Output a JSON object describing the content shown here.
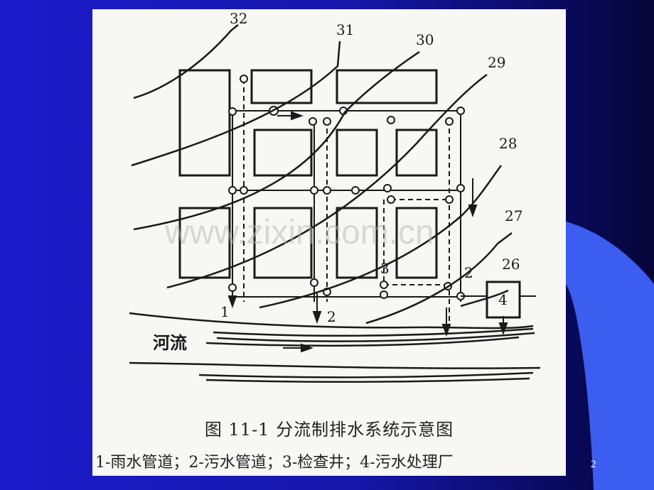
{
  "slide": {
    "page_number": "2",
    "colors": {
      "background": "#1a1ab4",
      "accent_curve": "#3b5ef0",
      "paper": "#f7f7f4",
      "ink": "#1a1a1a"
    }
  },
  "figure": {
    "caption": "图 11-1   分流制排水系统示意图",
    "legend": "1-雨水管道；2-污水管道；3-检查井；4-污水处理厂",
    "river_label": "河流",
    "watermark": "www.zixin.com.cn",
    "contour_labels": [
      "32",
      "31",
      "30",
      "29",
      "28",
      "27",
      "26"
    ],
    "pipe_labels": {
      "rain_1": "1",
      "sewage_2a": "2",
      "sewage_2b": "2",
      "manhole_3": "3"
    },
    "plant_label": "4"
  }
}
